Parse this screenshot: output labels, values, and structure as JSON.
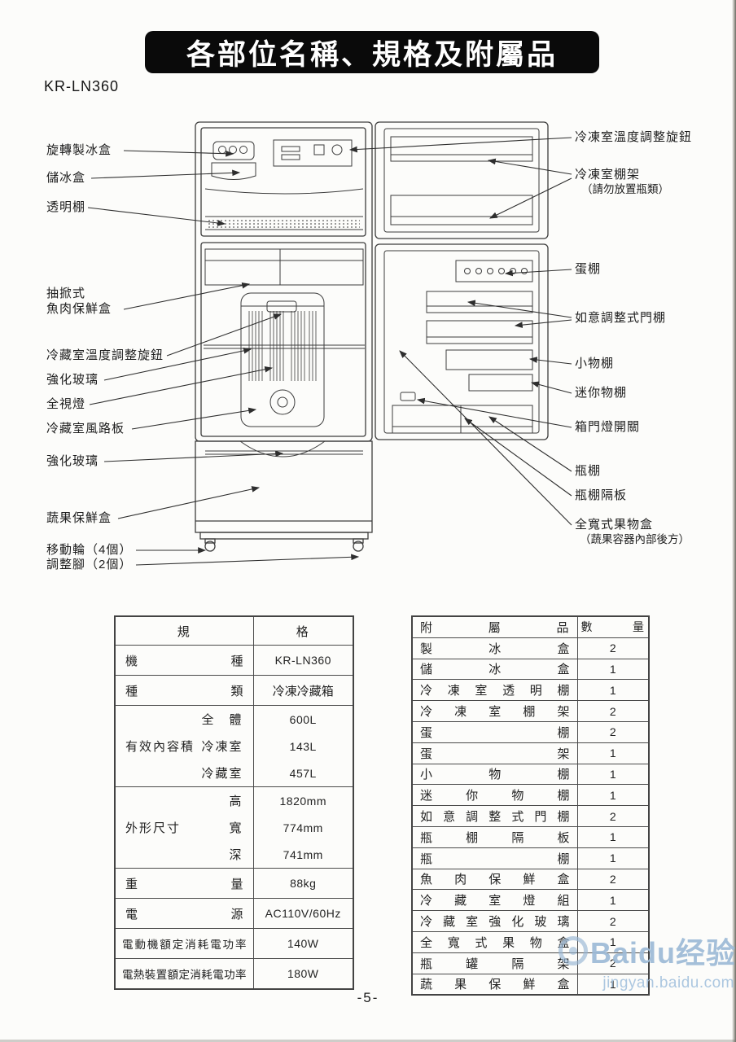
{
  "page": {
    "banner": "各部位名稱、規格及附屬品",
    "model": "KR-LN360",
    "page_number": "-5-"
  },
  "colors": {
    "banner_bg": "#0a0a0a",
    "banner_text": "#ffffff",
    "line_color": "#3c3c3c",
    "watermark_blue": "#9cbad6"
  },
  "diagram": {
    "left_labels": [
      "旋轉製冰盒",
      "儲冰盒",
      "透明棚",
      "抽掀式",
      "魚肉保鮮盒",
      "冷藏室溫度調整旋鈕",
      "強化玻璃",
      "全視燈",
      "冷藏室風路板",
      "強化玻璃",
      "蔬果保鮮盒",
      "移動輪（4個）",
      "調整腳（2個）"
    ],
    "right_labels": [
      "冷凍室溫度調整旋鈕",
      "冷凍室棚架",
      "（請勿放置瓶類）",
      "蛋棚",
      "如意調整式門棚",
      "小物棚",
      "迷你物棚",
      "箱門燈開關",
      "瓶棚",
      "瓶棚隔板",
      "全寬式果物盒",
      "（蔬果容器內部後方）"
    ]
  },
  "spec_table": {
    "header": {
      "col1": "規",
      "col2": "格"
    },
    "model_row": {
      "label": "機種",
      "value": "KR-LN360"
    },
    "type_row": {
      "label": "種類",
      "value": "冷凍冷藏箱"
    },
    "capacity": {
      "group": "有效內容積",
      "rows": [
        {
          "label": "全　體",
          "value": "600L"
        },
        {
          "label": "冷凍室",
          "value": "143L"
        },
        {
          "label": "冷藏室",
          "value": "457L"
        }
      ]
    },
    "dimensions": {
      "group": "外形尺寸",
      "rows": [
        {
          "label": "高",
          "value": "1820mm"
        },
        {
          "label": "寬",
          "value": "774mm"
        },
        {
          "label": "深",
          "value": "741mm"
        }
      ]
    },
    "weight_row": {
      "label": "重量",
      "value": "88kg"
    },
    "power_row": {
      "label": "電源",
      "value": "AC110V/60Hz"
    },
    "motor_row": {
      "label": "電動機額定消耗電功率",
      "value": "140W"
    },
    "heater_row": {
      "label": "電熱裝置額定消耗電功率",
      "value": "180W"
    }
  },
  "accessory_table": {
    "header": {
      "name": "附屬品",
      "qty": "數量"
    },
    "rows": [
      {
        "name": "製冰盒",
        "qty": "2"
      },
      {
        "name": "儲冰盒",
        "qty": "1"
      },
      {
        "name": "冷凍室透明棚",
        "qty": "1"
      },
      {
        "name": "冷凍室棚架",
        "qty": "2"
      },
      {
        "name": "蛋棚",
        "qty": "2"
      },
      {
        "name": "蛋架",
        "qty": "1"
      },
      {
        "name": "小物棚",
        "qty": "1"
      },
      {
        "name": "迷你物棚",
        "qty": "1"
      },
      {
        "name": "如意調整式門棚",
        "qty": "2"
      },
      {
        "name": "瓶棚隔板",
        "qty": "1"
      },
      {
        "name": "瓶棚",
        "qty": "1"
      },
      {
        "name": "魚肉保鮮盒",
        "qty": "2"
      },
      {
        "name": "冷藏室燈組",
        "qty": "1"
      },
      {
        "name": "冷藏室強化玻璃",
        "qty": "2"
      },
      {
        "name": "全寬式果物盒",
        "qty": "1"
      },
      {
        "name": "瓶罐隔架",
        "qty": "2"
      },
      {
        "name": "蔬果保鮮盒",
        "qty": "1"
      }
    ]
  },
  "watermark": {
    "brand": "Baidu经验",
    "url": "jingyan.baidu.com"
  }
}
